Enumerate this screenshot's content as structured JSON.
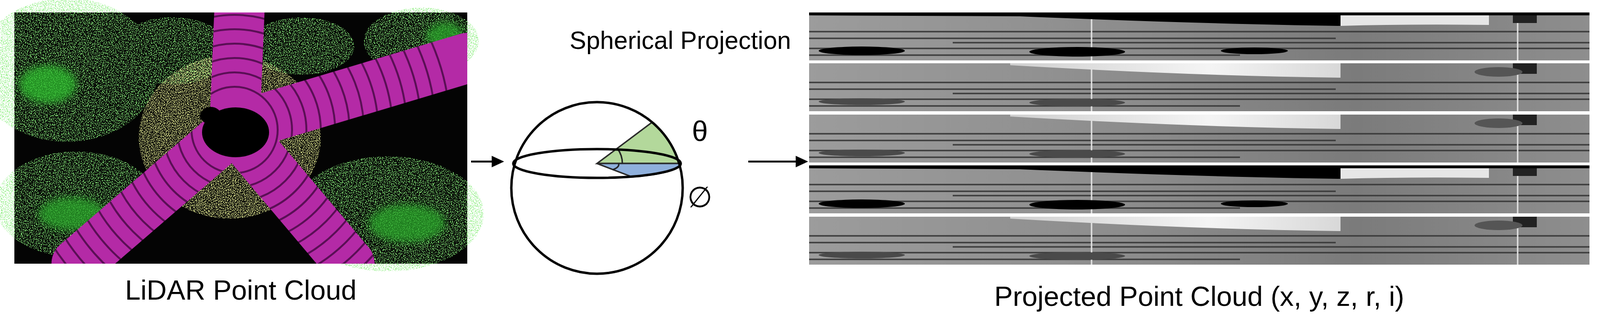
{
  "diagram": {
    "nodes": [
      {
        "text": [
          "LiDAR Point Cloud"
        ]
      },
      {
        "text": [
          "Spherical Projection",
          "θ",
          "∅"
        ]
      },
      {
        "text": [
          "Projected Point Cloud (x, y, z, r, i)"
        ]
      }
    ],
    "edges": [
      {
        "from": 0,
        "to": 1,
        "arrow": "to"
      },
      {
        "from": 1,
        "to": 2,
        "arrow": "to"
      }
    ]
  }
}
